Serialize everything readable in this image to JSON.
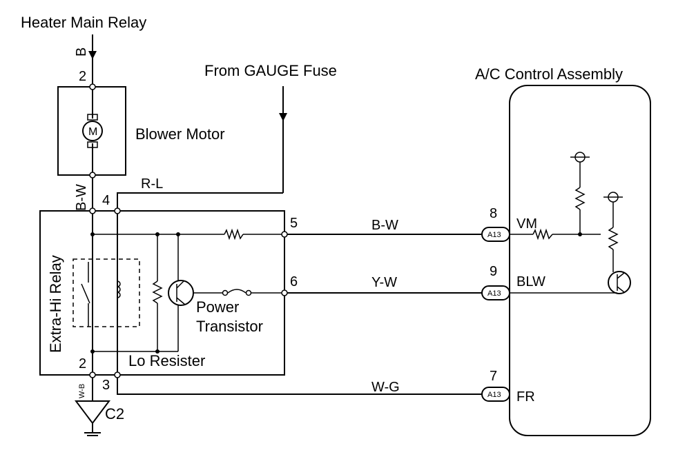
{
  "labels": {
    "heater_main_relay": "Heater Main Relay",
    "from_gauge_fuse": "From GAUGE Fuse",
    "ac_control_assembly": "A/C Control Assembly",
    "blower_motor": "Blower Motor",
    "motor_symbol": "M",
    "extra_hi_relay": "Extra-Hi Relay",
    "power_transistor_line1": "Power",
    "power_transistor_line2": "Transistor",
    "lo_resister": "Lo Resister",
    "ground_point": "C2"
  },
  "wires": {
    "b": "B",
    "b_w_vertical": "B-W",
    "r_l": "R-L",
    "b_w": "B-W",
    "y_w": "Y-W",
    "w_g": "W-G",
    "w_b": "W-B"
  },
  "pins": {
    "motor_top": "2",
    "relay_4": "4",
    "resistor_5": "5",
    "resistor_6": "6",
    "relay_2": "2",
    "relay_3": "3",
    "ac_8": "8",
    "ac_9": "9",
    "ac_7": "7"
  },
  "connectors": {
    "vm": "A13",
    "blw": "A13",
    "fr": "A13"
  },
  "terminals": {
    "vm": "VM",
    "blw": "BLW",
    "fr": "FR"
  }
}
